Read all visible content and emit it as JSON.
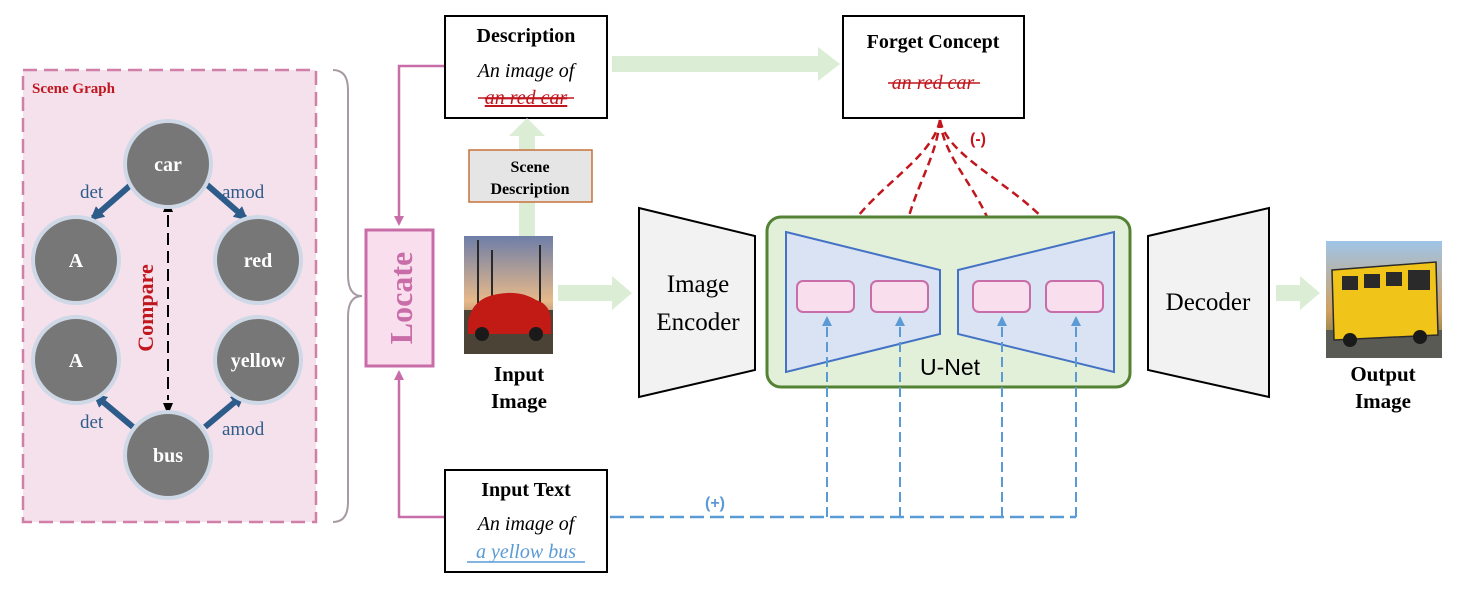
{
  "scene_graph": {
    "title": "Scene Graph",
    "nodes": {
      "car": "car",
      "a_top": "A",
      "red": "red",
      "a_bottom": "A",
      "yellow": "yellow",
      "bus": "bus"
    },
    "edges": {
      "det_top": "det",
      "amod_top": "amod",
      "det_bottom": "det",
      "amod_bottom": "amod"
    },
    "compare": "Compare"
  },
  "locate": "Locate",
  "description": {
    "title": "Description",
    "line1": "An image of",
    "line2": "an red car"
  },
  "scene_description": {
    "line1": "Scene",
    "line2": "Description"
  },
  "forget_concept": {
    "title": "Forget Concept",
    "text": "an red car",
    "sign": "(-)"
  },
  "input_image": {
    "line1": "Input",
    "line2": "Image"
  },
  "image_encoder": {
    "line1": "Image",
    "line2": "Encoder"
  },
  "unet": {
    "label": "U-Net"
  },
  "decoder": {
    "label": "Decoder"
  },
  "output_image": {
    "line1": "Output",
    "line2": "Image"
  },
  "input_text": {
    "title": "Input Text",
    "line1": "An image of",
    "line2": "a yellow bus",
    "sign": "(+)"
  },
  "colors": {
    "graph_panel_bg": "#f5e1ec",
    "graph_border": "#d080a8",
    "node": "#777777",
    "node_ring": "#cfd8e6",
    "dark_blue": "#2e5c8a",
    "neg_red": "#c0161e",
    "pos_blue": "#5b9bd5",
    "unet_green": "#e2f0d9",
    "unet_border": "#548235",
    "encoder_blue": "#dae3f3",
    "encoder_edge": "#4472c4",
    "block_pink": "#f9dfee",
    "block_edge": "#c86da8",
    "arrow_green": "#dcedd5",
    "gray_block": "#f2f2f2"
  }
}
